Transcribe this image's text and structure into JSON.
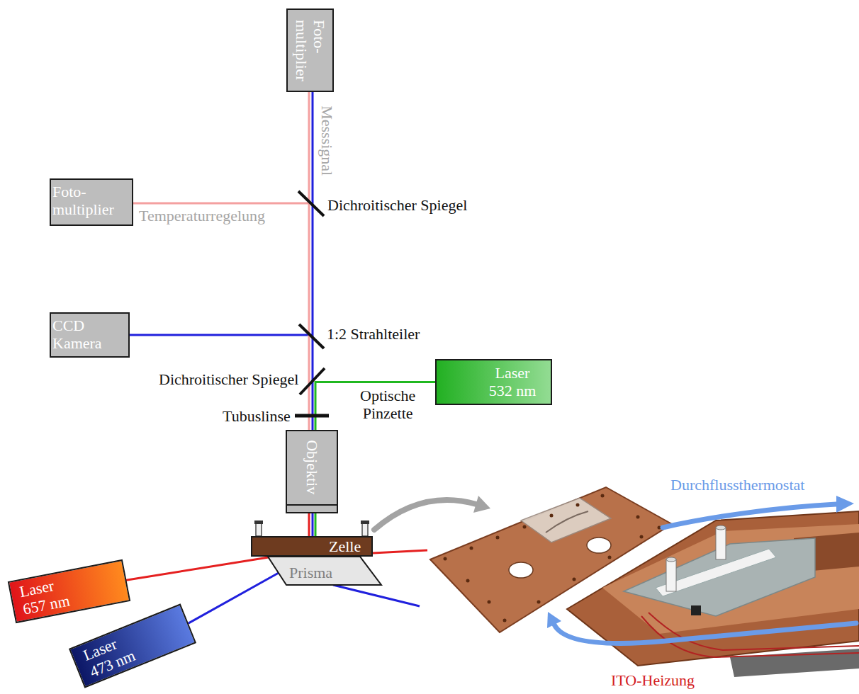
{
  "diagram": {
    "nodes": [
      {
        "text": [
          "Foto- multiplier"
        ]
      },
      {
        "text": [
          "Foto- multiplier"
        ]
      },
      {
        "text": [
          "CCD Kamera"
        ]
      },
      {
        "text": [
          "Laser 532 nm"
        ]
      },
      {
        "text": [
          "Objektiv"
        ]
      },
      {
        "text": [
          "Zelle"
        ]
      },
      {
        "text": [
          "Prisma"
        ]
      },
      {
        "text": [
          "Laser 657 nm"
        ]
      },
      {
        "text": [
          "Laser 473 nm"
        ]
      }
    ],
    "edges": [
      {
        "from": 4,
        "to": 0,
        "arrow": "none"
      },
      {
        "from": 3,
        "to": 4,
        "arrow": "none"
      },
      {
        "from": 5,
        "to": 4,
        "arrow": "none"
      },
      {
        "from": 7,
        "to": 5,
        "arrow": "none"
      },
      {
        "from": 8,
        "to": 6,
        "arrow": "none"
      }
    ],
    "labels": [
      "Messsignal",
      "Temperaturregelung",
      "Dichroitischer Spiegel",
      "1:2 Strahlteiler",
      "Dichroitischer Spiegel",
      "Optische Pinzette",
      "Tubuslinse",
      "Durchflussthermostat",
      "ITO-Heizung"
    ]
  }
}
